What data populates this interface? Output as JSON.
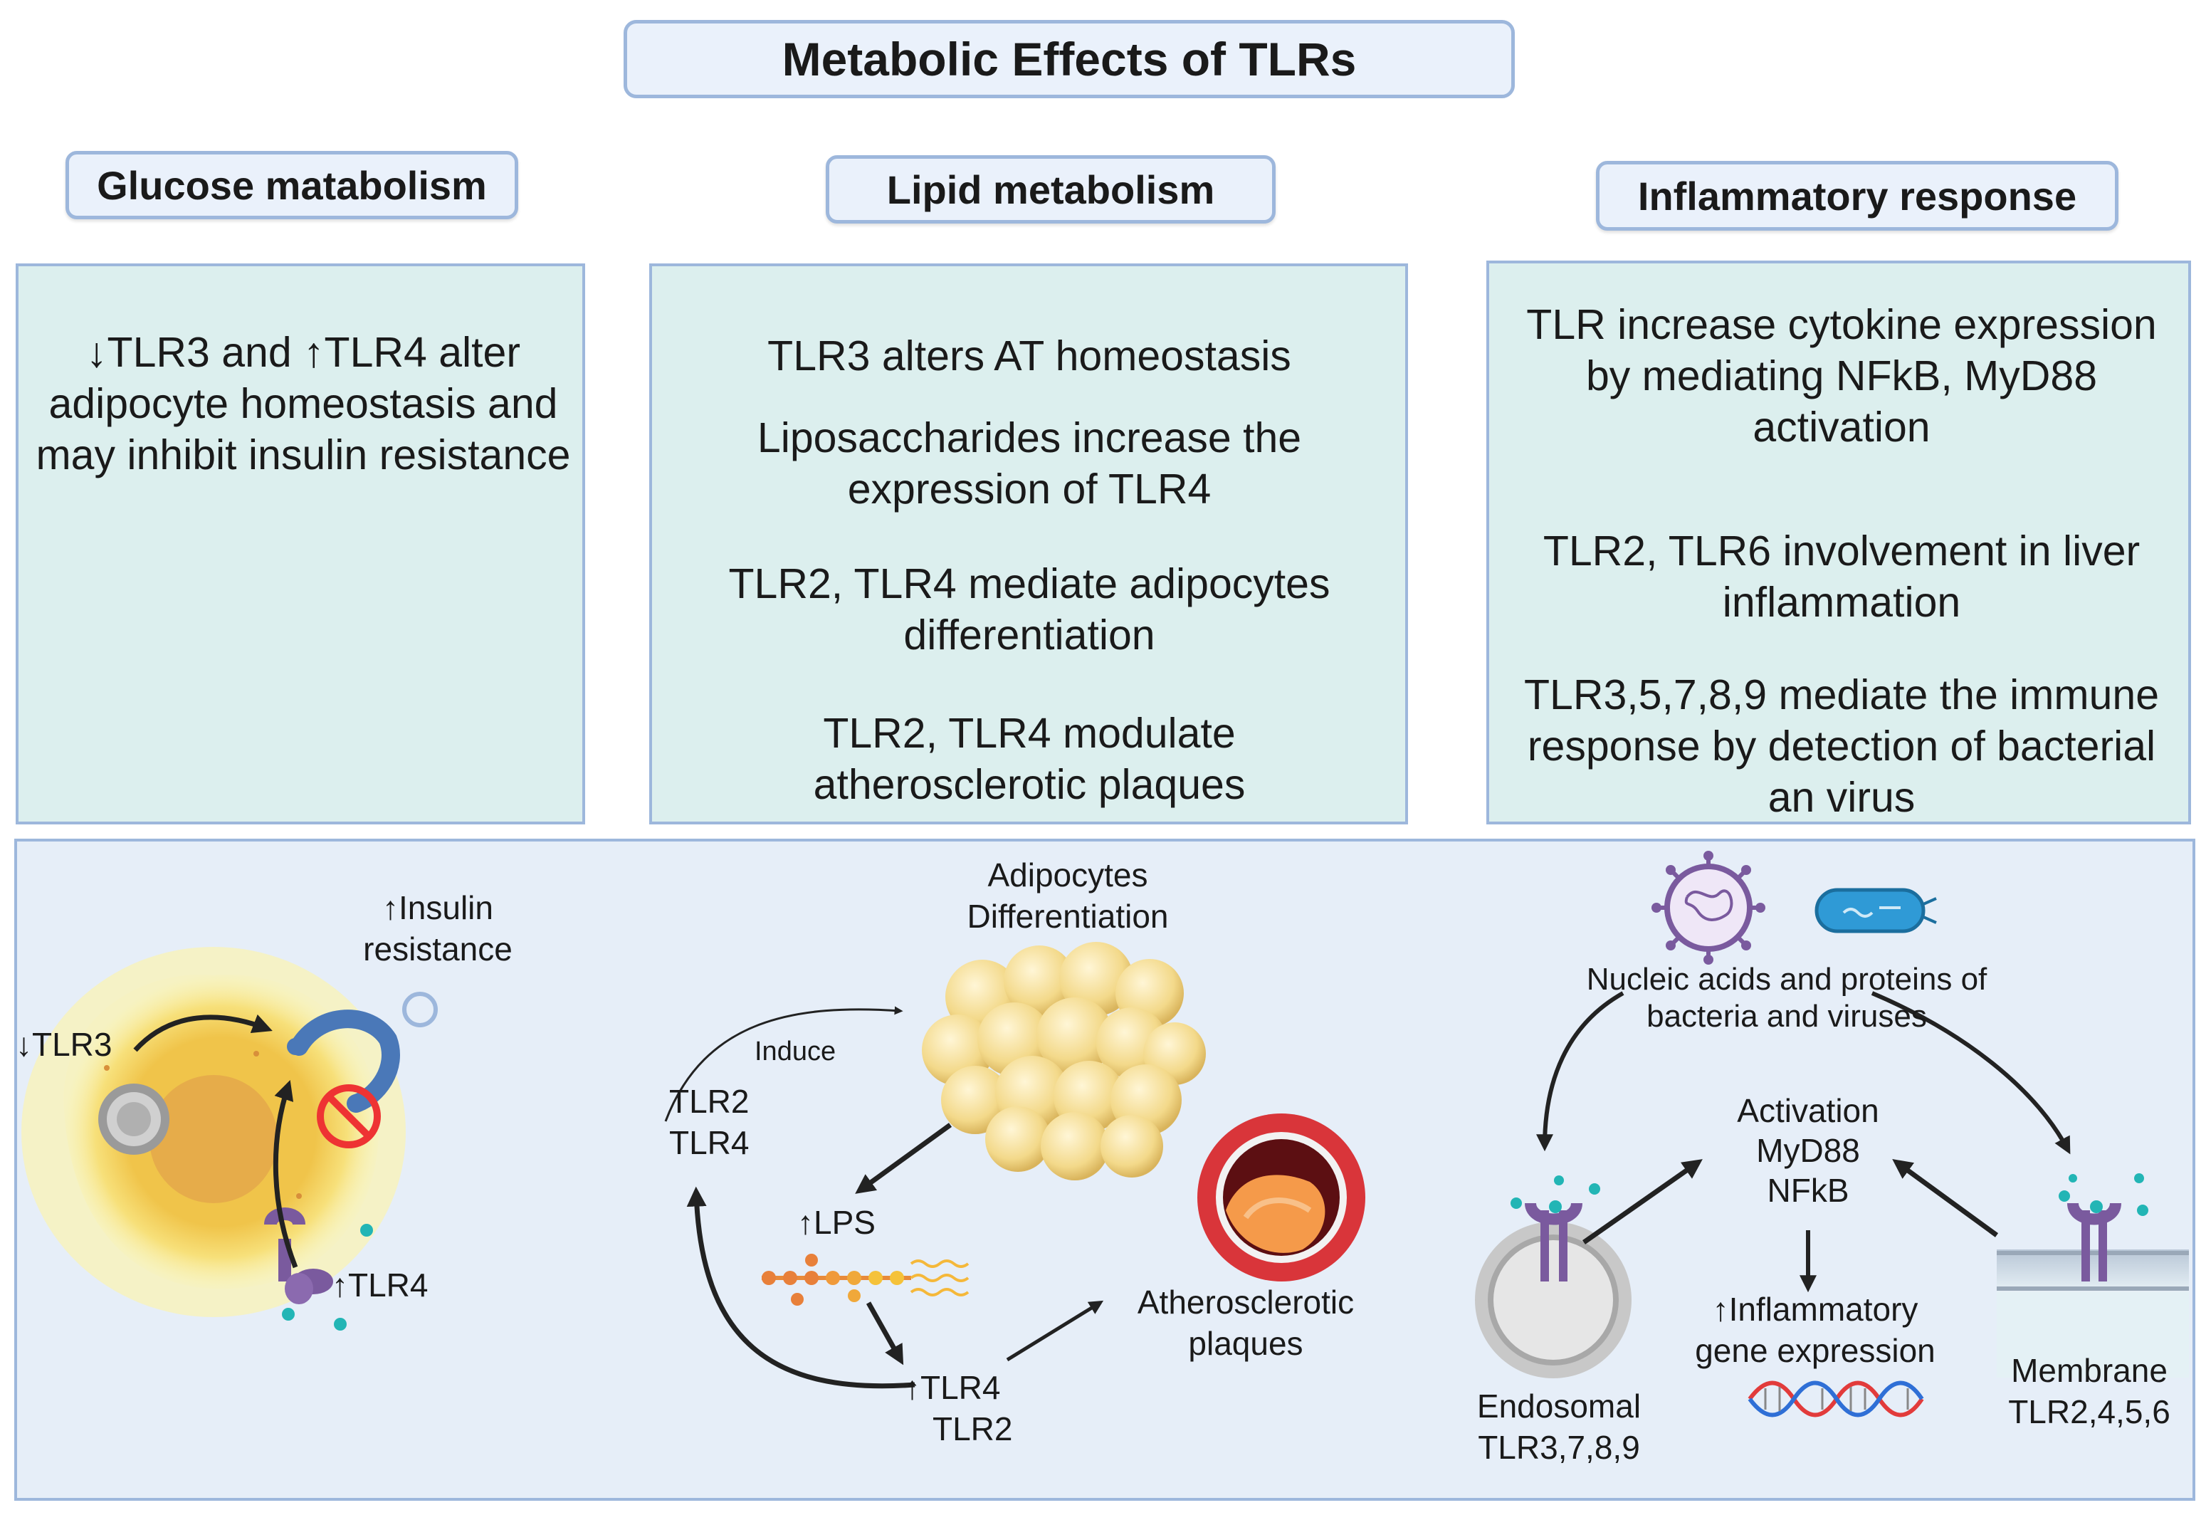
{
  "title": "Metabolic Effects of TLRs",
  "columns": [
    {
      "heading": "Glucose matabolism",
      "paragraphs": [
        "↓TLR3 and ↑TLR4 alter adipocyte homeostasis and may inhibit insulin resistance"
      ]
    },
    {
      "heading": "Lipid metabolism",
      "paragraphs": [
        "TLR3 alters AT homeostasis",
        "Liposaccharides increase the expression of TLR4",
        "TLR2, TLR4 mediate adipocytes differentiation",
        "TLR2, TLR4 modulate atherosclerotic plaques"
      ]
    },
    {
      "heading": "Inflammatory response",
      "paragraphs": [
        "TLR increase cytokine expression by mediating NFkB, MyD88 activation",
        "TLR2, TLR6 involvement in liver inflammation",
        "TLR3,5,7,8,9 mediate the immune response by detection of bacterial an virus"
      ]
    }
  ],
  "diagram": {
    "glucose": {
      "insulin_line1": "↑Insulin",
      "insulin_line2": "resistance",
      "tlr3": "↓TLR3",
      "tlr4": "↑TLR4"
    },
    "lipid": {
      "adipo_line1": "Adipocytes",
      "adipo_line2": "Differentiation",
      "induce": "Induce",
      "tlr2": "TLR2",
      "tlr4": "TLR4",
      "lps": "↑LPS",
      "tlr4_up": "↑TLR4",
      "tlr2_b": "TLR2",
      "athero_line1": "Atherosclerotic",
      "athero_line2": "plaques"
    },
    "inflammatory": {
      "nucleic_line1": "Nucleic acids and proteins of",
      "nucleic_line2": "bacteria and viruses",
      "act1": "Activation",
      "act2": "MyD88",
      "act3": "NFkB",
      "gene1": "↑Inflammatory",
      "gene2": "gene expression",
      "endo1": "Endosomal",
      "endo2": "TLR3,7,8,9",
      "mem1": "Membrane",
      "mem2": "TLR2,4,5,6"
    }
  },
  "colors": {
    "panel_fill": "#dcefee",
    "border": "#9db7dc",
    "header_fill": "#eaf1fb",
    "bottom_fill": "#e6eef8",
    "tlr_purple": "#7a5a9e",
    "ligand": "#22b5b5"
  }
}
